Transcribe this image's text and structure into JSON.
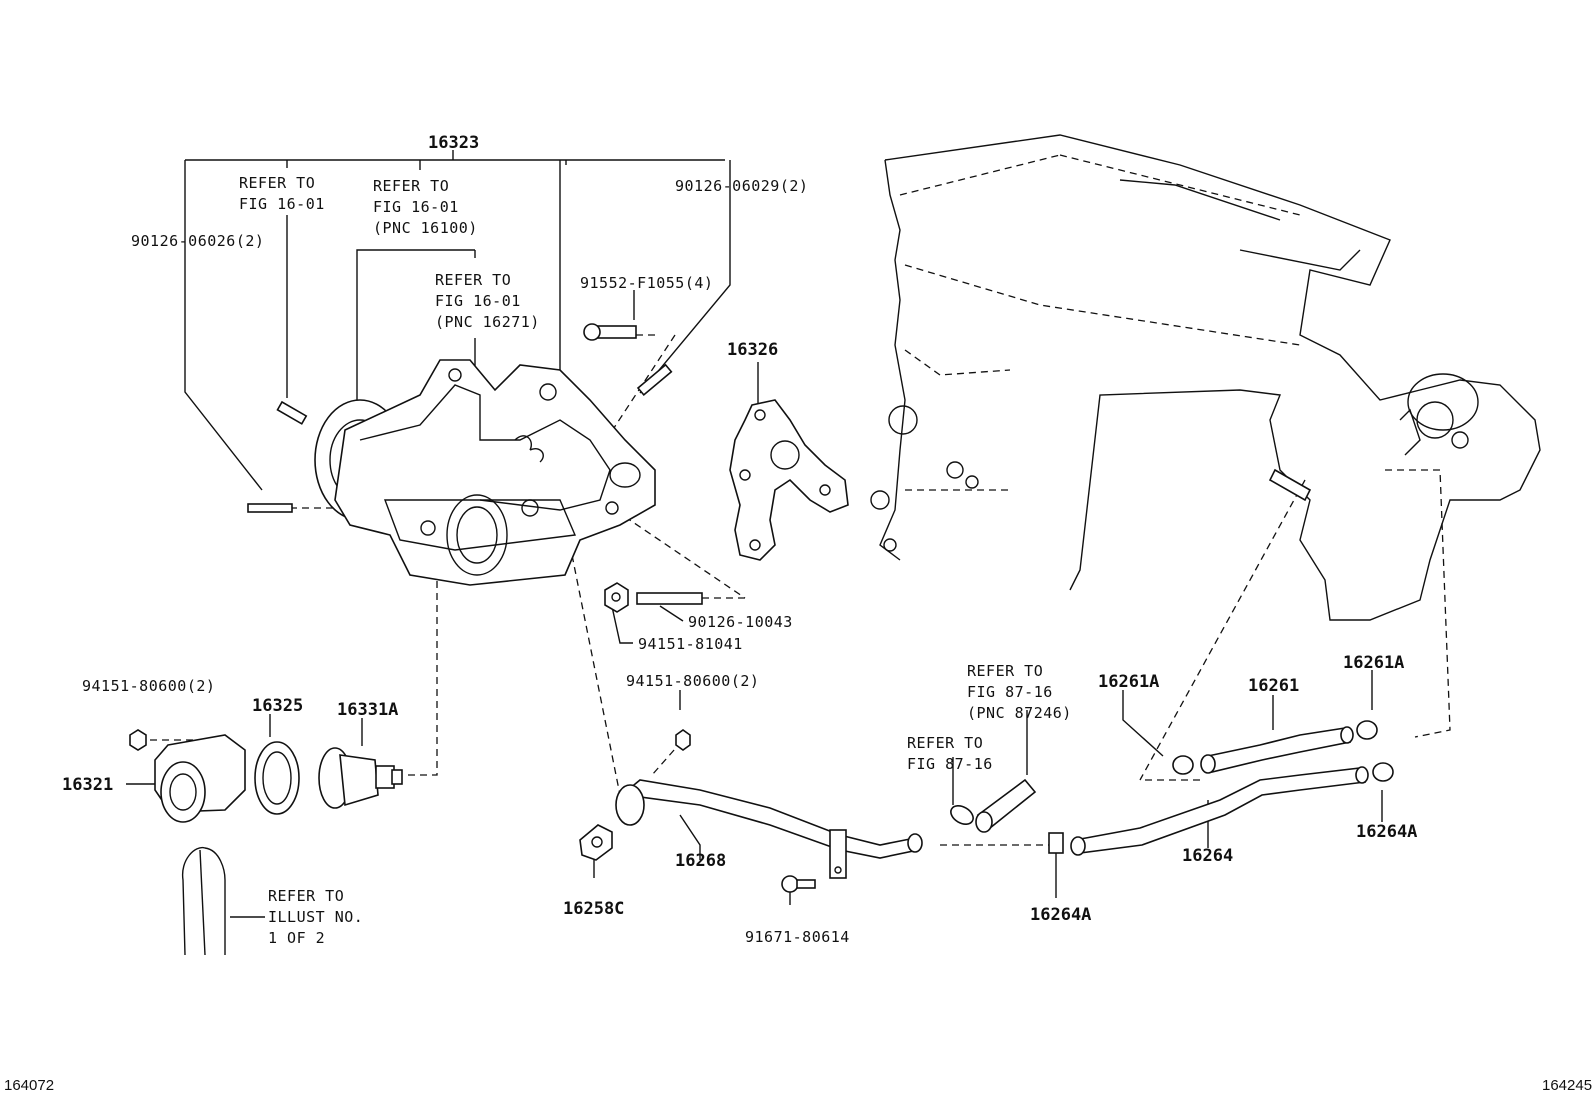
{
  "labels": {
    "p16323": "16323",
    "refer_a_1": "REFER TO",
    "refer_a_2": "FIG 16-01",
    "refer_b_1": "REFER TO",
    "refer_b_2": "FIG 16-01",
    "refer_b_3": "(PNC 16100)",
    "refer_c_1": "REFER TO",
    "refer_c_2": "FIG 16-01",
    "refer_c_3": "(PNC 16271)",
    "p90126_06026": "90126-06026(2)",
    "p90126_06029": "90126-06029(2)",
    "p91552": "91552-F1055(4)",
    "p16326": "16326",
    "p90126_10043": "90126-10043",
    "p94151_81041": "94151-81041",
    "p94151_80600_left": "94151-80600(2)",
    "p94151_80600_mid": "94151-80600(2)",
    "p16325": "16325",
    "p16331A": "16331A",
    "p16321": "16321",
    "refer_illust_1": "REFER TO",
    "refer_illust_2": "ILLUST NO.",
    "refer_illust_3": "1 OF 2",
    "p16258C": "16258C",
    "p16268": "16268",
    "p91671": "91671-80614",
    "refer_d_1": "REFER TO",
    "refer_d_2": "FIG 87-16",
    "refer_d_3": "(PNC 87246)",
    "refer_e_1": "REFER TO",
    "refer_e_2": "FIG 87-16",
    "p16264A_bottom": "16264A",
    "p16261A_left": "16261A",
    "p16261": "16261",
    "p16261A_right": "16261A",
    "p16264": "16264",
    "p16264A_right": "16264A"
  },
  "footer": {
    "left_code": "164072",
    "right_code": "164245"
  }
}
